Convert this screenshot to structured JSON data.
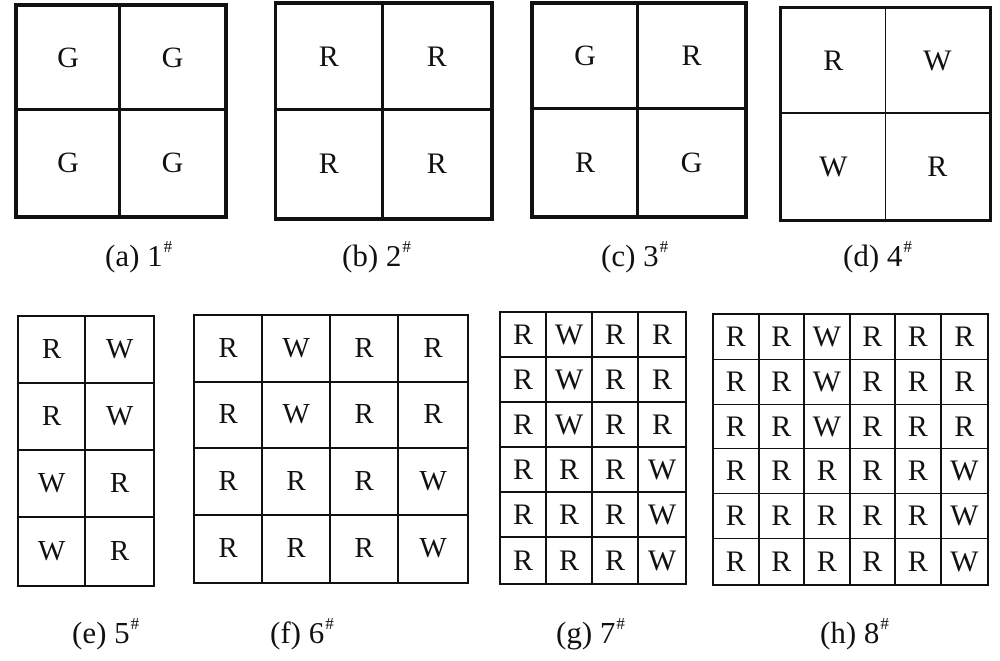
{
  "figure": {
    "panels": [
      {
        "id": "a",
        "caption_prefix": "(a) 1",
        "caption_sup": "#",
        "cols": 2,
        "cells": [
          [
            "G",
            "G"
          ],
          [
            "G",
            "G"
          ]
        ]
      },
      {
        "id": "b",
        "caption_prefix": "(b) 2",
        "caption_sup": "#",
        "cols": 2,
        "cells": [
          [
            "R",
            "R"
          ],
          [
            "R",
            "R"
          ]
        ]
      },
      {
        "id": "c",
        "caption_prefix": "(c) 3",
        "caption_sup": "#",
        "cols": 2,
        "cells": [
          [
            "G",
            "R"
          ],
          [
            "R",
            "G"
          ]
        ]
      },
      {
        "id": "d",
        "caption_prefix": "(d) 4",
        "caption_sup": "#",
        "cols": 2,
        "cells": [
          [
            "R",
            "W"
          ],
          [
            "W",
            "R"
          ]
        ]
      },
      {
        "id": "e",
        "caption_prefix": "(e) 5",
        "caption_sup": "#",
        "cols": 2,
        "cells": [
          [
            "R",
            "W"
          ],
          [
            "R",
            "W"
          ],
          [
            "W",
            "R"
          ],
          [
            "W",
            "R"
          ]
        ]
      },
      {
        "id": "f",
        "caption_prefix": "(f) 6",
        "caption_sup": "#",
        "cols": 4,
        "cells": [
          [
            "R",
            "W",
            "R",
            "R"
          ],
          [
            "R",
            "W",
            "R",
            "R"
          ],
          [
            "R",
            "R",
            "R",
            "W"
          ],
          [
            "R",
            "R",
            "R",
            "W"
          ]
        ]
      },
      {
        "id": "g",
        "caption_prefix": "(g) 7",
        "caption_sup": "#",
        "cols": 4,
        "cells": [
          [
            "R",
            "W",
            "R",
            "R"
          ],
          [
            "R",
            "W",
            "R",
            "R"
          ],
          [
            "R",
            "W",
            "R",
            "R"
          ],
          [
            "R",
            "R",
            "R",
            "W"
          ],
          [
            "R",
            "R",
            "R",
            "W"
          ],
          [
            "R",
            "R",
            "R",
            "W"
          ]
        ]
      },
      {
        "id": "h",
        "caption_prefix": "(h) 8",
        "caption_sup": "#",
        "cols": 6,
        "cells": [
          [
            "R",
            "R",
            "W",
            "R",
            "R",
            "R"
          ],
          [
            "R",
            "R",
            "W",
            "R",
            "R",
            "R"
          ],
          [
            "R",
            "R",
            "W",
            "R",
            "R",
            "R"
          ],
          [
            "R",
            "R",
            "R",
            "R",
            "R",
            "W"
          ],
          [
            "R",
            "R",
            "R",
            "R",
            "R",
            "W"
          ],
          [
            "R",
            "R",
            "R",
            "R",
            "R",
            "W"
          ]
        ]
      }
    ]
  }
}
